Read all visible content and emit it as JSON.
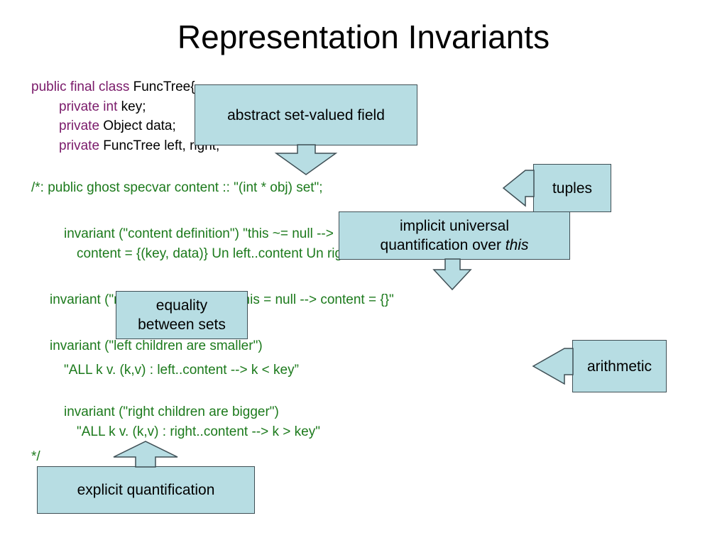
{
  "title": "Representation Invariants",
  "code": {
    "line1": {
      "kw": "public final class",
      "text": " FuncTree{"
    },
    "line2": {
      "kw": "private int",
      "text": " key;"
    },
    "line3": {
      "kw": "private",
      "text": " Object data;"
    },
    "line4": {
      "kw": "private",
      "text": " FuncTree left, right;"
    },
    "line5": "/*: public ghost specvar content :: \"(int * obj) set\";",
    "line6": "invariant (\"content definition\") \"this ~= null -->",
    "line7": "content = {(key, data)} Un left..content Un right..content\"",
    "line8": "invariant (\"null implies empty\") \"this = null --> content = {}\"",
    "line9": "invariant (\"left children are smaller\")",
    "line10": "\"ALL k v. (k,v) : left..content --> k < key”",
    "line11": "invariant (\"right children are bigger\")",
    "line12": "\"ALL k v. (k,v) : right..content --> k > key\"",
    "line13": "*/"
  },
  "callouts": {
    "abstract": "abstract set-valued field",
    "tuples": "tuples",
    "implicit_line1": "implicit universal",
    "implicit_line2": "quantification over ",
    "implicit_italic": "this",
    "equality_line1": "equality",
    "equality_line2": "between sets",
    "arithmetic": "arithmetic",
    "explicit": "explicit quantification"
  },
  "colors": {
    "keyword": "#7a1a6a",
    "comment_green": "#1c7a1c",
    "callout_fill": "#b7dde3",
    "callout_border": "#3f4f55"
  }
}
